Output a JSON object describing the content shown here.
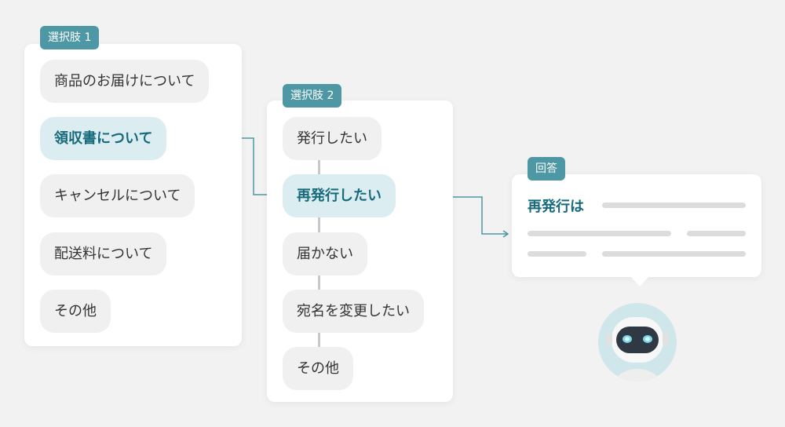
{
  "choice1": {
    "tag": "選択肢 1",
    "options": [
      "商品のお届けについて",
      "領収書について",
      "キャンセルについて",
      "配送料について",
      "その他"
    ],
    "selected_index": 1
  },
  "choice2": {
    "tag": "選択肢 2",
    "options": [
      "発行したい",
      "再発行したい",
      "届かない",
      "宛名を変更したい",
      "その他"
    ],
    "selected_index": 1
  },
  "answer": {
    "tag": "回答",
    "title": "再発行は"
  },
  "colors": {
    "accent": "#4d98a4",
    "selected_bg": "#dcedf1",
    "selected_text": "#176a7c",
    "pill_bg": "#f0f0f0",
    "background": "#f2f2f2"
  },
  "icons": [
    "robot-avatar-icon",
    "connector-arrow-icon"
  ]
}
